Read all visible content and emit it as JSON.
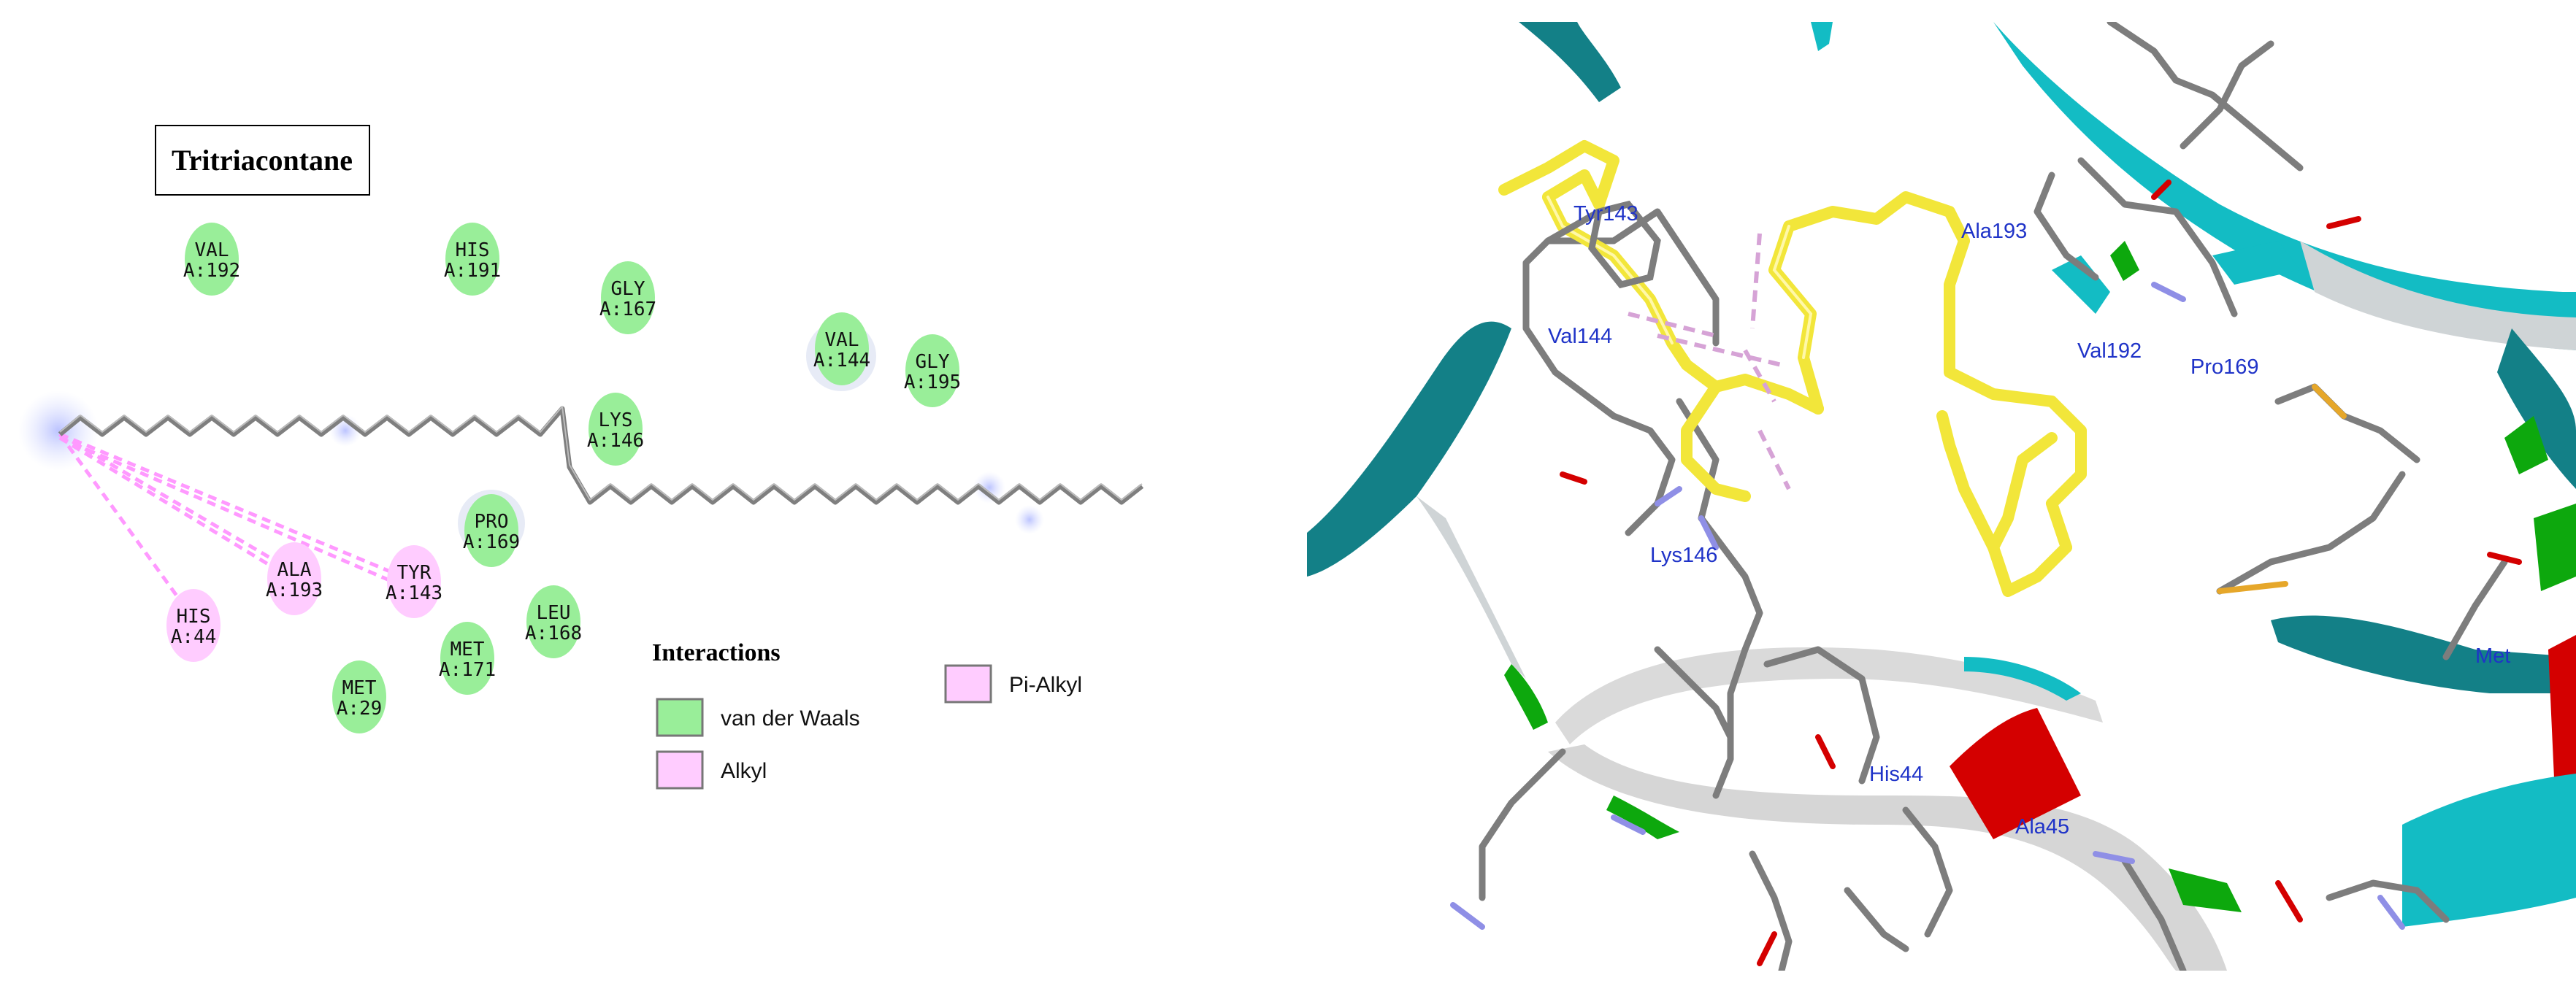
{
  "title": "Tritriacontane",
  "residues": [
    {
      "id": "val192",
      "name": "VAL",
      "num": "A:192",
      "type": "vdw"
    },
    {
      "id": "his191",
      "name": "HIS",
      "num": "A:191",
      "type": "vdw"
    },
    {
      "id": "gly167",
      "name": "GLY",
      "num": "A:167",
      "type": "vdw"
    },
    {
      "id": "val144",
      "name": "VAL",
      "num": "A:144",
      "type": "vdw"
    },
    {
      "id": "gly195",
      "name": "GLY",
      "num": "A:195",
      "type": "vdw"
    },
    {
      "id": "lys146",
      "name": "LYS",
      "num": "A:146",
      "type": "vdw"
    },
    {
      "id": "pro169",
      "name": "PRO",
      "num": "A:169",
      "type": "vdw"
    },
    {
      "id": "leu168",
      "name": "LEU",
      "num": "A:168",
      "type": "vdw"
    },
    {
      "id": "met171",
      "name": "MET",
      "num": "A:171",
      "type": "vdw"
    },
    {
      "id": "met29",
      "name": "MET",
      "num": "A:29",
      "type": "vdw"
    },
    {
      "id": "ala193",
      "name": "ALA",
      "num": "A:193",
      "type": "alkyl"
    },
    {
      "id": "tyr143",
      "name": "TYR",
      "num": "A:143",
      "type": "alkyl"
    },
    {
      "id": "his44",
      "name": "HIS",
      "num": "A:44",
      "type": "alkyl"
    }
  ],
  "legend": {
    "heading": "Interactions",
    "items": [
      {
        "label": "van der Waals",
        "color": "#99ee99"
      },
      {
        "label": "Alkyl",
        "color": "#ffccff"
      },
      {
        "label": "Pi-Alkyl",
        "color": "#ffccff"
      }
    ]
  },
  "colors": {
    "vdw": "#99ee99",
    "alkyl": "#ffccff",
    "chain": "#888888",
    "ligand3d": "#f2e63a",
    "helix": "#13bcc4",
    "helix_dark": "#138087",
    "strand_red": "#d40000"
  },
  "view3d_labels": [
    {
      "id": "tyr143",
      "text": "Tyr143"
    },
    {
      "id": "ala193",
      "text": "Ala193"
    },
    {
      "id": "val144",
      "text": "Val144"
    },
    {
      "id": "val192",
      "text": "Val192"
    },
    {
      "id": "pro169",
      "text": "Pro169"
    },
    {
      "id": "lys146",
      "text": "Lys146"
    },
    {
      "id": "his44",
      "text": "His44"
    },
    {
      "id": "ala45",
      "text": "Ala45"
    },
    {
      "id": "met",
      "text": "Met"
    }
  ]
}
